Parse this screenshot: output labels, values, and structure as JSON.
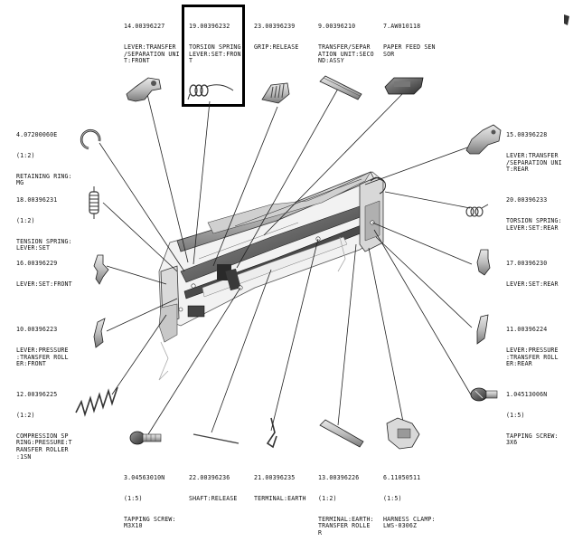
{
  "parts": [
    {
      "id": "p14",
      "number": "14.00396227",
      "qty": "",
      "name": "LEVER:TRANSFER\n/SEPARATION UNI\nT:FRONT"
    },
    {
      "id": "p19",
      "number": "19.00396232",
      "qty": "",
      "name": "TORSION SPRING:\nLEVER:SET:FRON\nT"
    },
    {
      "id": "p23",
      "number": "23.00396239",
      "qty": "",
      "name": "GRIP:RELEASE"
    },
    {
      "id": "p9",
      "number": "9.00396210",
      "qty": "",
      "name": "TRANSFER/SEPAR\nATION UNIT:SECO\nND:ASSY"
    },
    {
      "id": "p7",
      "number": "7.AW010118",
      "qty": "",
      "name": "PAPER FEED SEN\nSOR"
    },
    {
      "id": "p4",
      "number": "4.07200060E",
      "qty": "(1:2)",
      "name": "RETAINING RING:\nMG"
    },
    {
      "id": "p15",
      "number": "15.00396228",
      "qty": "",
      "name": "LEVER:TRANSFER\n/SEPARATION UNI\nT:REAR"
    },
    {
      "id": "p18",
      "number": "18.00396231",
      "qty": "(1:2)",
      "name": "TENSION SPRING:\nLEVER:SET"
    },
    {
      "id": "p20",
      "number": "20.00396233",
      "qty": "",
      "name": "TORSION SPRING:\nLEVER:SET:REAR"
    },
    {
      "id": "p16",
      "number": "16.00396229",
      "qty": "",
      "name": "LEVER:SET:FRONT"
    },
    {
      "id": "p17",
      "number": "17.00396230",
      "qty": "",
      "name": "LEVER:SET:REAR"
    },
    {
      "id": "p10",
      "number": "10.00396223",
      "qty": "",
      "name": "LEVER:PRESSURE\n:TRANSFER ROLL\nER:FRONT"
    },
    {
      "id": "p11",
      "number": "11.00396224",
      "qty": "",
      "name": "LEVER:PRESSURE\n:TRANSFER ROLL\nER:REAR"
    },
    {
      "id": "p12",
      "number": "12.00396225",
      "qty": "(1:2)",
      "name": "COMPRESSION SP\nRING:PRESSURE:T\nRANSFER ROLLER\n:1SN"
    },
    {
      "id": "p1",
      "number": "1.04513006N",
      "qty": "(1:5)",
      "name": "TAPPING SCREW:\n3X6"
    },
    {
      "id": "p3",
      "number": "3.04563010N",
      "qty": "(1:5)",
      "name": "TAPPING SCREW:\nM3X10"
    },
    {
      "id": "p22",
      "number": "22.00396236",
      "qty": "",
      "name": "SHAFT:RELEASE"
    },
    {
      "id": "p21",
      "number": "21.00396235",
      "qty": "",
      "name": "TERMINAL:EARTH"
    },
    {
      "id": "p13",
      "number": "13.00396226",
      "qty": "(1:2)",
      "name": "TERMINAL:EARTH:\nTRANSFER ROLLE\nR"
    },
    {
      "id": "p6",
      "number": "6.11050511",
      "qty": "(1:5)",
      "name": "HARNESS CLAMP:\nLWS-0306Z"
    }
  ],
  "highlighted_part": "19.00396232"
}
